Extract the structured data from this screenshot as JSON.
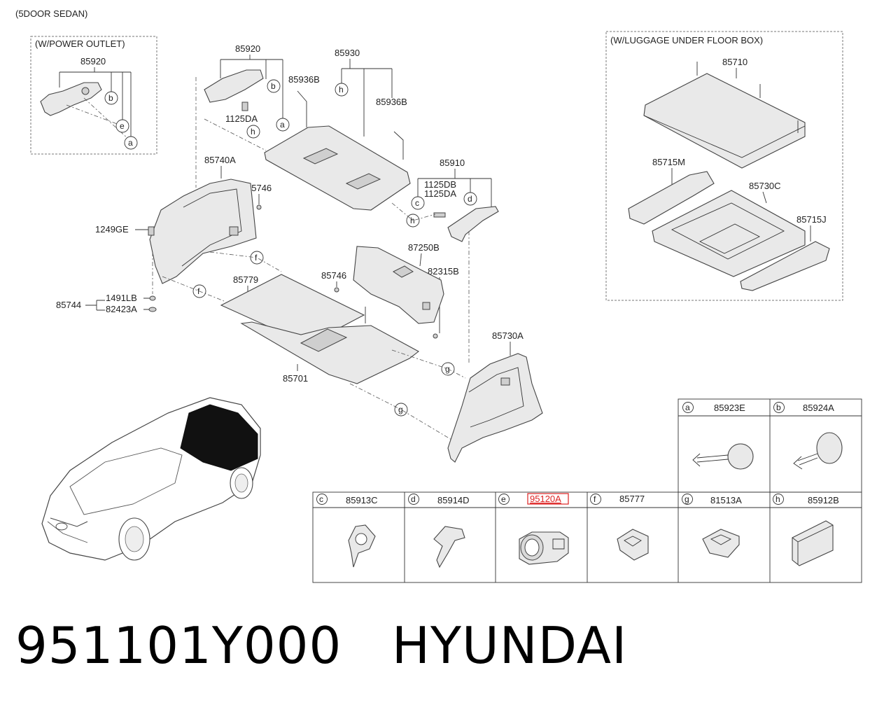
{
  "header": {
    "variant": "(5DOOR SEDAN)"
  },
  "insets": {
    "power_outlet": {
      "title": "(W/POWER OUTLET)",
      "part": "85920",
      "circles": [
        "b",
        "e",
        "a"
      ]
    },
    "luggage_box": {
      "title": "(W/LUGGAGE UNDER FLOOR BOX)",
      "parts": [
        "85710",
        "85715M",
        "85730C",
        "85715J"
      ]
    }
  },
  "callouts": {
    "p85920": "85920",
    "p85930": "85930",
    "p85936b_1": "85936B",
    "p85936b_2": "85936B",
    "p1125da_1": "1125DA",
    "p85740a": "85740A",
    "p85746_1": "85746",
    "p1249ge": "1249GE",
    "p85910": "85910",
    "p1125db": "1125DB",
    "p1125da_2": "1125DA",
    "p87250b": "87250B",
    "p82315b": "82315B",
    "p85746_2": "85746",
    "p85779": "85779",
    "p85744": "85744",
    "p1491lb": "1491LB",
    "p82423a": "82423A",
    "p85701": "85701",
    "p85730a": "85730A"
  },
  "circle_letters": {
    "c_b": "b",
    "c_a": "a",
    "c_h1": "h",
    "c_h2": "h",
    "c_h3": "h",
    "c_c": "c",
    "c_d": "d",
    "c_f1": "f",
    "c_f2": "f",
    "c_g1": "g",
    "c_g2": "g"
  },
  "legend_table": {
    "top": [
      {
        "letter": "a",
        "part": "85923E"
      },
      {
        "letter": "b",
        "part": "85924A"
      }
    ],
    "bottom": [
      {
        "letter": "c",
        "part": "85913C"
      },
      {
        "letter": "d",
        "part": "85914D"
      },
      {
        "letter": "e",
        "part": "95120A",
        "highlighted": true
      },
      {
        "letter": "f",
        "part": "85777"
      },
      {
        "letter": "g",
        "part": "81513A"
      },
      {
        "letter": "h",
        "part": "85912B"
      }
    ]
  },
  "footer": {
    "title": "951101Y000   HYUNDAI"
  },
  "colors": {
    "highlight": "#dd2222",
    "line": "#333333",
    "fill": "#e9e9e9"
  }
}
